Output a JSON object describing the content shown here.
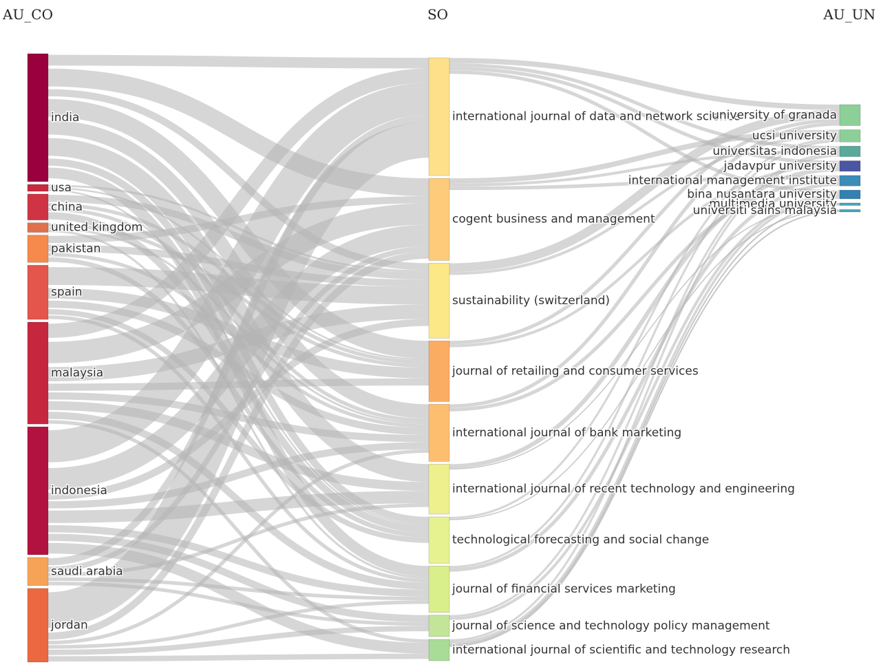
{
  "chart_data": {
    "type": "sankey",
    "columns": [
      {
        "title": "AU_CO",
        "nodes": [
          {
            "name": "india",
            "value": 29.5,
            "color": "#99003d"
          },
          {
            "name": "usa",
            "value": 1.6,
            "color": "#c72a3e"
          },
          {
            "name": "china",
            "value": 6.0,
            "color": "#cf3444"
          },
          {
            "name": "united kingdom",
            "value": 2.2,
            "color": "#e0714e"
          },
          {
            "name": "pakistan",
            "value": 6.3,
            "color": "#f58a4c"
          },
          {
            "name": "spain",
            "value": 12.5,
            "color": "#e4554b"
          },
          {
            "name": "malaysia",
            "value": 23.5,
            "color": "#c7263f"
          },
          {
            "name": "indonesia",
            "value": 29.5,
            "color": "#b2123f"
          },
          {
            "name": "saudi arabia",
            "value": 6.5,
            "color": "#f7a357"
          },
          {
            "name": "jordan",
            "value": 17.0,
            "color": "#ec6840"
          }
        ]
      },
      {
        "title": "SO",
        "nodes": [
          {
            "name": "international journal of data and network science",
            "value": 33,
            "color": "#fee08b"
          },
          {
            "name": "cogent business and management",
            "value": 23,
            "color": "#fdcb79"
          },
          {
            "name": "sustainability (switzerland)",
            "value": 21,
            "color": "#fde887"
          },
          {
            "name": "journal of retailing and consumer services",
            "value": 17,
            "color": "#fbac63"
          },
          {
            "name": "international journal of bank marketing",
            "value": 16,
            "color": "#fdbf6f"
          },
          {
            "name": "international journal of recent technology and engineering",
            "value": 14,
            "color": "#eef08d"
          },
          {
            "name": "technological forecasting and social change",
            "value": 13,
            "color": "#e6f28f"
          },
          {
            "name": "journal of financial services marketing",
            "value": 13,
            "color": "#d9ef8b"
          },
          {
            "name": "journal of science and technology policy management",
            "value": 6,
            "color": "#c2e59a"
          },
          {
            "name": "international journal of scientific and technology research",
            "value": 6,
            "color": "#a9dc96"
          }
        ]
      },
      {
        "title": "AU_UN",
        "nodes": [
          {
            "name": "university of granada",
            "value": 6,
            "color": "#8ccf97"
          },
          {
            "name": "ucsi university",
            "value": 3.5,
            "color": "#8ccf99"
          },
          {
            "name": "universitas indonesia",
            "value": 3.0,
            "color": "#5aa99a"
          },
          {
            "name": "jadavpur university",
            "value": 3.0,
            "color": "#4a55a3"
          },
          {
            "name": "international management institute",
            "value": 3.0,
            "color": "#3c8cb7"
          },
          {
            "name": "bina nusantara university",
            "value": 2.5,
            "color": "#3281b0"
          },
          {
            "name": "multimedia university",
            "value": 0.7,
            "color": "#4aa2b8"
          },
          {
            "name": "universiti sains malaysia",
            "value": 0.7,
            "color": "#4aa2b8"
          }
        ]
      }
    ],
    "links": [
      {
        "source": "india",
        "target": "international journal of data and network science",
        "value": 3
      },
      {
        "source": "india",
        "target": "cogent business and management",
        "value": 5
      },
      {
        "source": "india",
        "target": "sustainability (switzerland)",
        "value": 2
      },
      {
        "source": "india",
        "target": "journal of retailing and consumer services",
        "value": 5
      },
      {
        "source": "india",
        "target": "international journal of bank marketing",
        "value": 4
      },
      {
        "source": "india",
        "target": "international journal of recent technology and engineering",
        "value": 5
      },
      {
        "source": "india",
        "target": "technological forecasting and social change",
        "value": 2
      },
      {
        "source": "india",
        "target": "journal of financial services marketing",
        "value": 3
      },
      {
        "source": "usa",
        "target": "sustainability (switzerland)",
        "value": 0.6
      },
      {
        "source": "usa",
        "target": "journal of retailing and consumer services",
        "value": 0.5
      },
      {
        "source": "usa",
        "target": "technological forecasting and social change",
        "value": 0.5
      },
      {
        "source": "china",
        "target": "sustainability (switzerland)",
        "value": 2
      },
      {
        "source": "china",
        "target": "technological forecasting and social change",
        "value": 2
      },
      {
        "source": "china",
        "target": "journal of retailing and consumer services",
        "value": 1
      },
      {
        "source": "china",
        "target": "international journal of bank marketing",
        "value": 1
      },
      {
        "source": "united kingdom",
        "target": "journal of retailing and consumer services",
        "value": 1
      },
      {
        "source": "united kingdom",
        "target": "international journal of bank marketing",
        "value": 0.6
      },
      {
        "source": "united kingdom",
        "target": "journal of financial services marketing",
        "value": 0.6
      },
      {
        "source": "pakistan",
        "target": "cogent business and management",
        "value": 2
      },
      {
        "source": "pakistan",
        "target": "sustainability (switzerland)",
        "value": 2
      },
      {
        "source": "pakistan",
        "target": "international journal of bank marketing",
        "value": 1
      },
      {
        "source": "pakistan",
        "target": "technological forecasting and social change",
        "value": 1.3
      },
      {
        "source": "spain",
        "target": "sustainability (switzerland)",
        "value": 5
      },
      {
        "source": "spain",
        "target": "journal of retailing and consumer services",
        "value": 3
      },
      {
        "source": "spain",
        "target": "international journal of bank marketing",
        "value": 2
      },
      {
        "source": "spain",
        "target": "technological forecasting and social change",
        "value": 1.5
      },
      {
        "source": "spain",
        "target": "journal of financial services marketing",
        "value": 1
      },
      {
        "source": "malaysia",
        "target": "international journal of data and network science",
        "value": 4
      },
      {
        "source": "malaysia",
        "target": "cogent business and management",
        "value": 6
      },
      {
        "source": "malaysia",
        "target": "sustainability (switzerland)",
        "value": 4
      },
      {
        "source": "malaysia",
        "target": "journal of retailing and consumer services",
        "value": 2
      },
      {
        "source": "malaysia",
        "target": "international journal of bank marketing",
        "value": 2
      },
      {
        "source": "malaysia",
        "target": "international journal of recent technology and engineering",
        "value": 2.5
      },
      {
        "source": "malaysia",
        "target": "journal of financial services marketing",
        "value": 2
      },
      {
        "source": "malaysia",
        "target": "international journal of scientific and technology research",
        "value": 1
      },
      {
        "source": "indonesia",
        "target": "international journal of data and network science",
        "value": 9
      },
      {
        "source": "indonesia",
        "target": "cogent business and management",
        "value": 6
      },
      {
        "source": "indonesia",
        "target": "sustainability (switzerland)",
        "value": 2
      },
      {
        "source": "indonesia",
        "target": "international journal of bank marketing",
        "value": 2
      },
      {
        "source": "indonesia",
        "target": "international journal of recent technology and engineering",
        "value": 3.5
      },
      {
        "source": "indonesia",
        "target": "journal of financial services marketing",
        "value": 2
      },
      {
        "source": "indonesia",
        "target": "journal of science and technology policy management",
        "value": 2
      },
      {
        "source": "indonesia",
        "target": "international journal of scientific and technology research",
        "value": 3
      },
      {
        "source": "saudi arabia",
        "target": "international journal of data and network science",
        "value": 2
      },
      {
        "source": "saudi arabia",
        "target": "cogent business and management",
        "value": 1.5
      },
      {
        "source": "saudi arabia",
        "target": "international journal of recent technology and engineering",
        "value": 1
      },
      {
        "source": "saudi arabia",
        "target": "journal of financial services marketing",
        "value": 1
      },
      {
        "source": "saudi arabia",
        "target": "journal of science and technology policy management",
        "value": 1
      },
      {
        "source": "jordan",
        "target": "international journal of data and network science",
        "value": 10
      },
      {
        "source": "jordan",
        "target": "cogent business and management",
        "value": 2
      },
      {
        "source": "jordan",
        "target": "international journal of bank marketing",
        "value": 1
      },
      {
        "source": "jordan",
        "target": "journal of financial services marketing",
        "value": 1
      },
      {
        "source": "jordan",
        "target": "journal of science and technology policy management",
        "value": 1.5
      },
      {
        "source": "jordan",
        "target": "international journal of scientific and technology research",
        "value": 1.5
      },
      {
        "source": "international journal of data and network science",
        "target": "university of granada",
        "value": 1.5
      },
      {
        "source": "international journal of data and network science",
        "target": "jadavpur university",
        "value": 1
      },
      {
        "source": "international journal of data and network science",
        "target": "bina nusantara university",
        "value": 1
      },
      {
        "source": "international journal of data and network science",
        "target": "universitas indonesia",
        "value": 1
      },
      {
        "source": "cogent business and management",
        "target": "ucsi university",
        "value": 1.5
      },
      {
        "source": "cogent business and management",
        "target": "international management institute",
        "value": 1
      },
      {
        "source": "cogent business and management",
        "target": "universitas indonesia",
        "value": 0.8
      },
      {
        "source": "sustainability (switzerland)",
        "target": "university of granada",
        "value": 2.5
      },
      {
        "source": "sustainability (switzerland)",
        "target": "ucsi university",
        "value": 0.8
      },
      {
        "source": "journal of retailing and consumer services",
        "target": "university of granada",
        "value": 1
      },
      {
        "source": "journal of retailing and consumer services",
        "target": "jadavpur university",
        "value": 0.8
      },
      {
        "source": "international journal of bank marketing",
        "target": "university of granada",
        "value": 1
      },
      {
        "source": "international journal of bank marketing",
        "target": "international management institute",
        "value": 1
      },
      {
        "source": "international journal of recent technology and engineering",
        "target": "jadavpur university",
        "value": 1.2
      },
      {
        "source": "international journal of recent technology and engineering",
        "target": "multimedia university",
        "value": 0.3
      },
      {
        "source": "technological forecasting and social change",
        "target": "ucsi university",
        "value": 0.6
      },
      {
        "source": "technological forecasting and social change",
        "target": "universiti sains malaysia",
        "value": 0.3
      },
      {
        "source": "journal of financial services marketing",
        "target": "international management institute",
        "value": 1
      },
      {
        "source": "journal of financial services marketing",
        "target": "ucsi university",
        "value": 0.6
      },
      {
        "source": "journal of science and technology policy management",
        "target": "bina nusantara university",
        "value": 0.8
      },
      {
        "source": "journal of science and technology policy management",
        "target": "universitas indonesia",
        "value": 0.6
      },
      {
        "source": "international journal of scientific and technology research",
        "target": "multimedia university",
        "value": 0.4
      },
      {
        "source": "international journal of scientific and technology research",
        "target": "universiti sains malaysia",
        "value": 0.4
      },
      {
        "source": "international journal of scientific and technology research",
        "target": "bina nusantara university",
        "value": 0.7
      },
      {
        "source": "international journal of scientific and technology research",
        "target": "universitas indonesia",
        "value": 0.6
      }
    ],
    "link_color": "#b4b4b4",
    "grid": false,
    "legend": "none"
  }
}
